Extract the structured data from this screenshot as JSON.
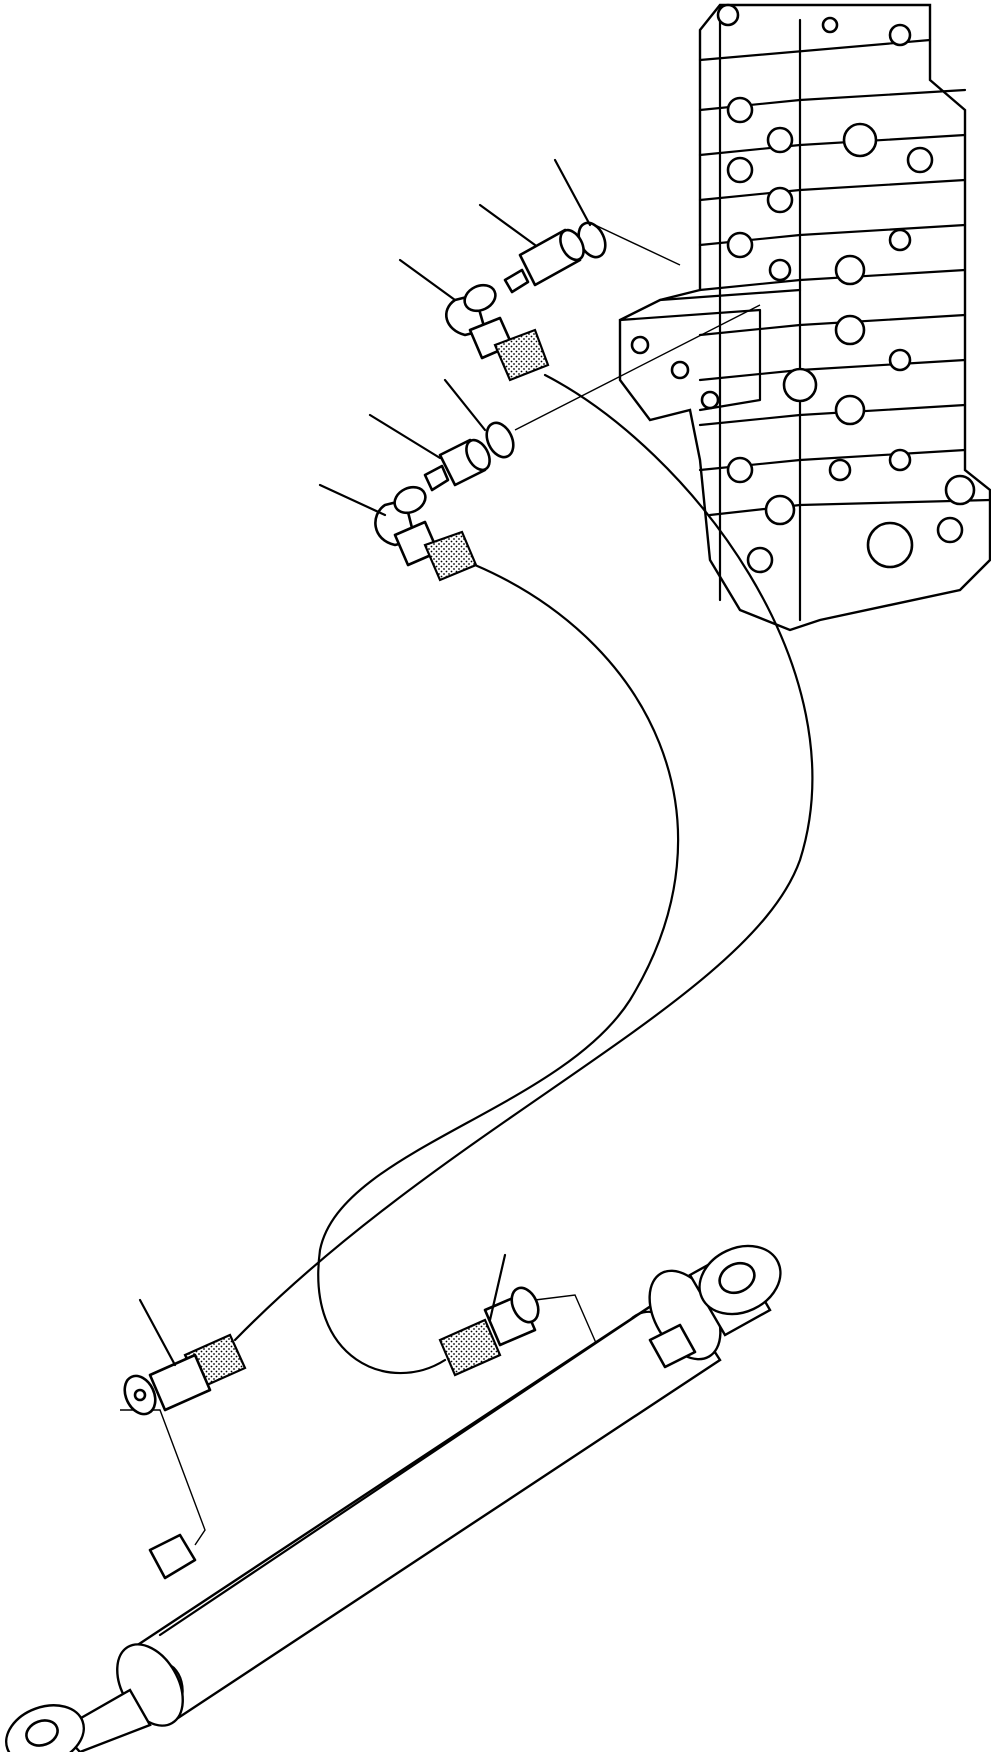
{
  "diagram": {
    "colors": {
      "line": "#000000",
      "background": "#ffffff"
    },
    "parts": [
      {
        "id": "control-valve"
      },
      {
        "id": "hose-1"
      },
      {
        "id": "hose-2"
      },
      {
        "id": "elbow-fitting-1"
      },
      {
        "id": "elbow-fitting-2"
      },
      {
        "id": "adapter-1"
      },
      {
        "id": "adapter-2"
      },
      {
        "id": "o-ring-1"
      },
      {
        "id": "o-ring-2"
      },
      {
        "id": "hose-end-1"
      },
      {
        "id": "hose-end-2"
      },
      {
        "id": "hydraulic-cylinder"
      }
    ]
  }
}
